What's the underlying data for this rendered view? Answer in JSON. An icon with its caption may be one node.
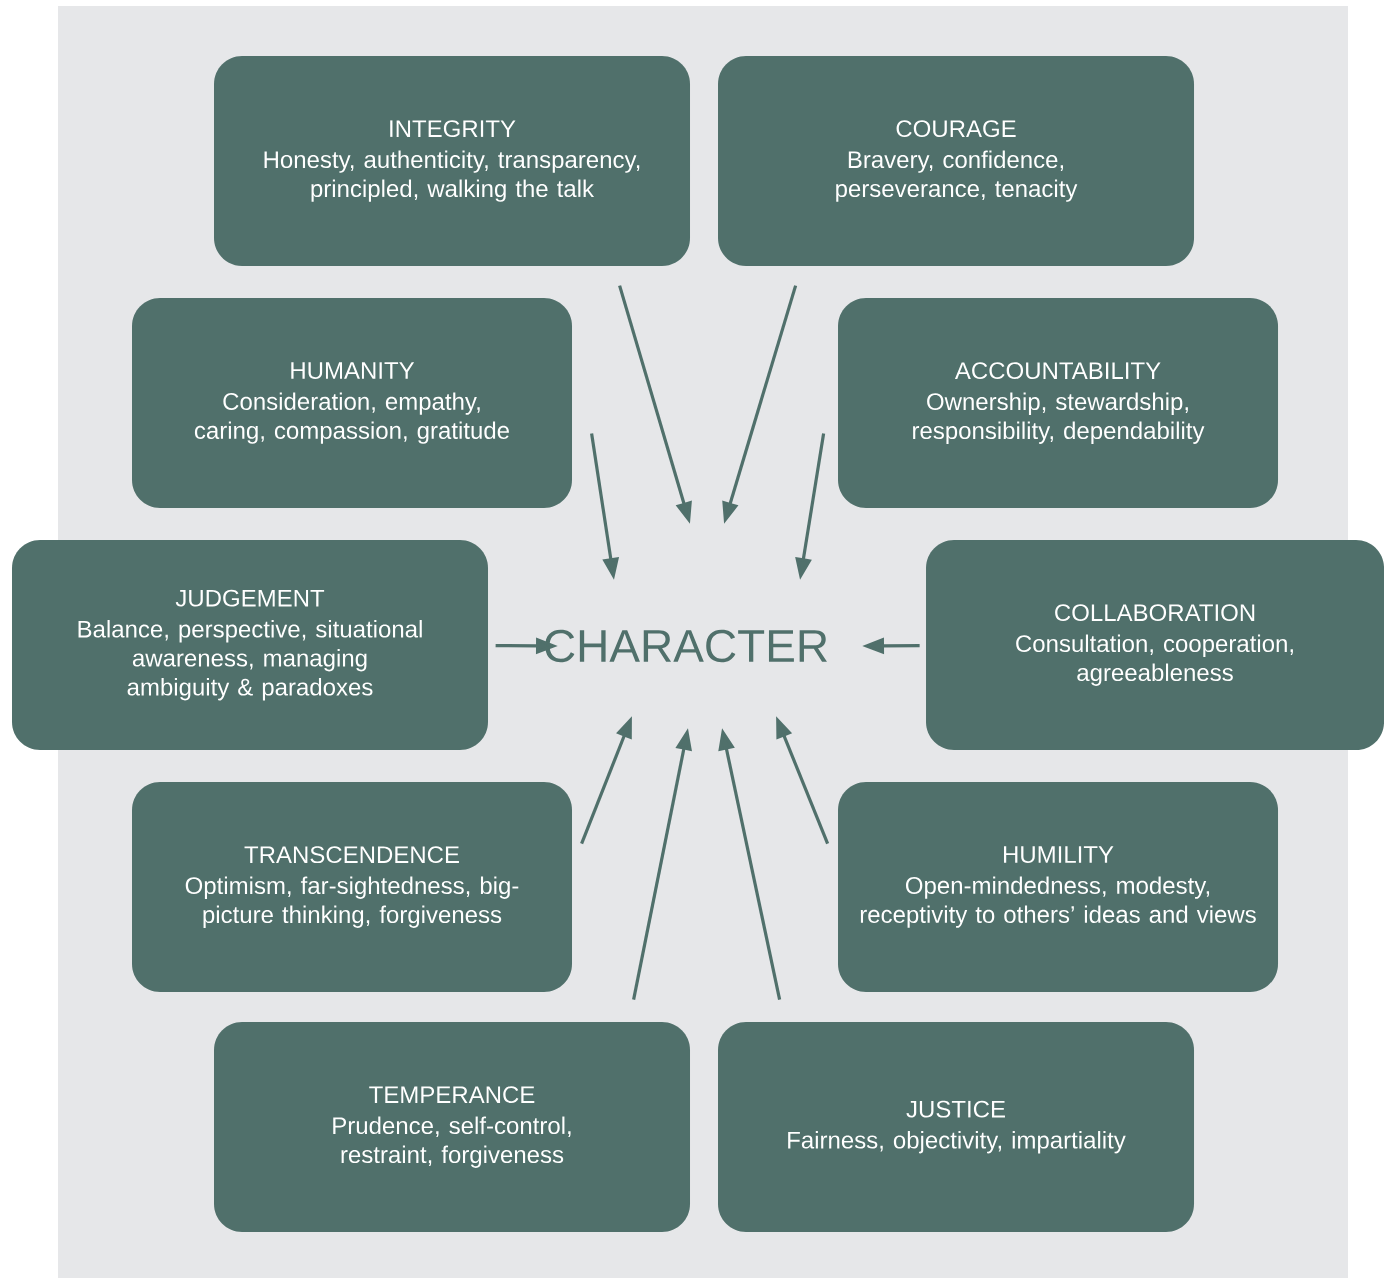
{
  "diagram": {
    "nodes": [
      {
        "text": [
          "INTEGRITY",
          "Honesty, authenticity, transparency, principled, walking the talk"
        ]
      },
      {
        "text": [
          "COURAGE",
          "Bravery, confidence, perseverance, tenacity"
        ]
      },
      {
        "text": [
          "HUMANITY",
          "Consideration, empathy, caring, compassion, gratitude"
        ]
      },
      {
        "text": [
          "ACCOUNTABILITY",
          "Ownership, stewardship, responsibility, dependability"
        ]
      },
      {
        "text": [
          "JUDGEMENT",
          "Balance, perspective, situational awareness, managing ambiguity & paradoxes"
        ]
      },
      {
        "text": [
          "CHARACTER"
        ]
      },
      {
        "text": [
          "COLLABORATION",
          "Consultation, cooperation, agreeableness"
        ]
      },
      {
        "text": [
          "TRANSCENDENCE",
          "Optimism, far-sightedness, big-picture thinking, forgiveness"
        ]
      },
      {
        "text": [
          "HUMILITY",
          "Open-mindedness, modesty, receptivity to others’ ideas and views"
        ]
      },
      {
        "text": [
          "TEMPERANCE",
          "Prudence, self-control, restraint, forgiveness"
        ]
      },
      {
        "text": [
          "JUSTICE",
          "Fairness, objectivity, impartiality"
        ]
      }
    ],
    "edges": [
      {
        "from": 0,
        "to": 5,
        "arrow": "to"
      },
      {
        "from": 1,
        "to": 5,
        "arrow": "to"
      },
      {
        "from": 2,
        "to": 5,
        "arrow": "to"
      },
      {
        "from": 3,
        "to": 5,
        "arrow": "to"
      },
      {
        "from": 4,
        "to": 5,
        "arrow": "to"
      },
      {
        "from": 6,
        "to": 5,
        "arrow": "to"
      },
      {
        "from": 7,
        "to": 5,
        "arrow": "to"
      },
      {
        "from": 9,
        "to": 5,
        "arrow": "to"
      },
      {
        "from": 10,
        "to": 5,
        "arrow": "to"
      },
      {
        "from": 8,
        "to": 5,
        "arrow": "to"
      }
    ]
  }
}
